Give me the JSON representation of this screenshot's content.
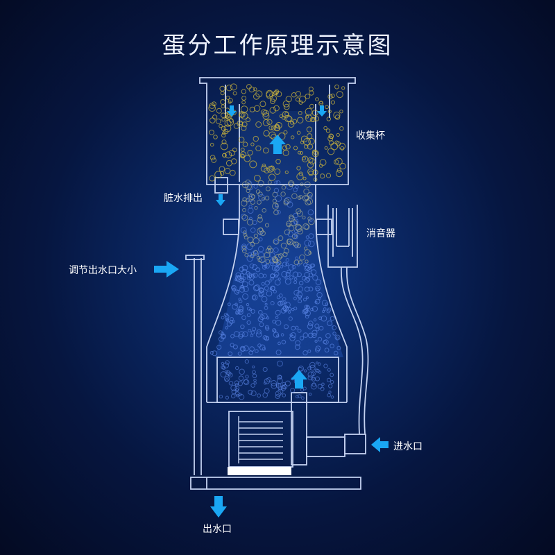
{
  "title": "蛋分工作原理示意图",
  "labels": {
    "collection_cup": "收集杯",
    "dirty_water_drain": "脏水排出",
    "silencer": "消音器",
    "adjust_outlet": "调节出水口大小",
    "water_inlet": "进水口",
    "water_outlet": "出水口"
  },
  "colors": {
    "line": "#c5d3f2",
    "arrow": "#1aa7f4",
    "bubble_yellow": "#c9b33e",
    "bubble_blue": "#5b86e6",
    "background": "#0a2763"
  }
}
